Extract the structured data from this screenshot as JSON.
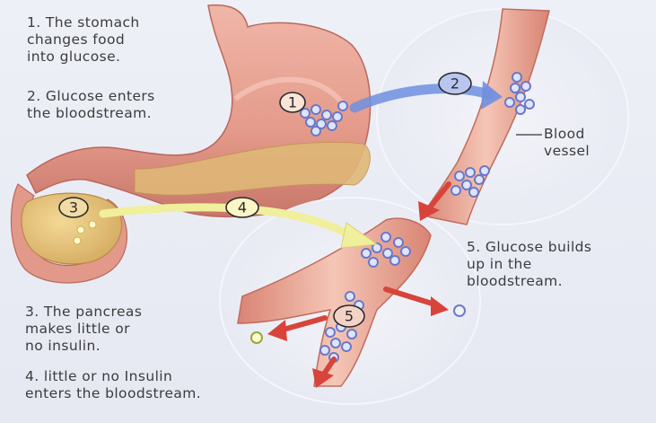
{
  "labels": {
    "step1": "1. The stomach\nchanges food\ninto glucose.",
    "step2": "2. Glucose enters\nthe bloodstream.",
    "step3": "3. The pancreas\nmakes little or\nno insulin.",
    "step4": "4. little or no Insulin\nenters the bloodstream.",
    "step5": "5. Glucose builds\nup in the\nbloodstream.",
    "blood_vessel": "Blood\nvessel"
  },
  "markers": [
    "1",
    "2",
    "3",
    "4",
    "5"
  ],
  "colors": {
    "stomach": "#e39a8c",
    "pancreas": "#e3c07a",
    "vessel": "#e49b8c",
    "glucose": "#6a78c8",
    "red_arrow": "#d7443c",
    "blue_arrow": "#6f8fe0",
    "yellow_arrow": "#f0ef9c"
  }
}
